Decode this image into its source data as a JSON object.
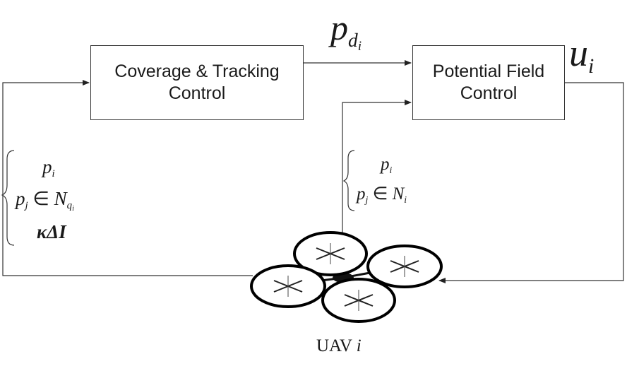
{
  "blocks": {
    "coverage": {
      "line1": "Coverage & Tracking",
      "line2": "Control"
    },
    "potential": {
      "line1": "Potential Field",
      "line2": "Control"
    }
  },
  "signals": {
    "pd": {
      "base": "p",
      "sub": "d",
      "subsub": "i"
    },
    "u": {
      "base": "u",
      "sub": "i"
    }
  },
  "left_feedback": {
    "line1": {
      "base": "p",
      "sub": "i"
    },
    "line2": {
      "base": "p",
      "sub": "j",
      "op": " ∈ ",
      "set": "N",
      "set_sub": "q",
      "set_subsub": "i"
    },
    "line3": "κΔI"
  },
  "right_feedback": {
    "line1": {
      "base": "p",
      "sub": "i"
    },
    "line2": {
      "base": "p",
      "sub": "j",
      "op": " ∈ ",
      "set": "N",
      "set_sub": "i"
    }
  },
  "uav": {
    "label": "UAV",
    "index": "i"
  }
}
